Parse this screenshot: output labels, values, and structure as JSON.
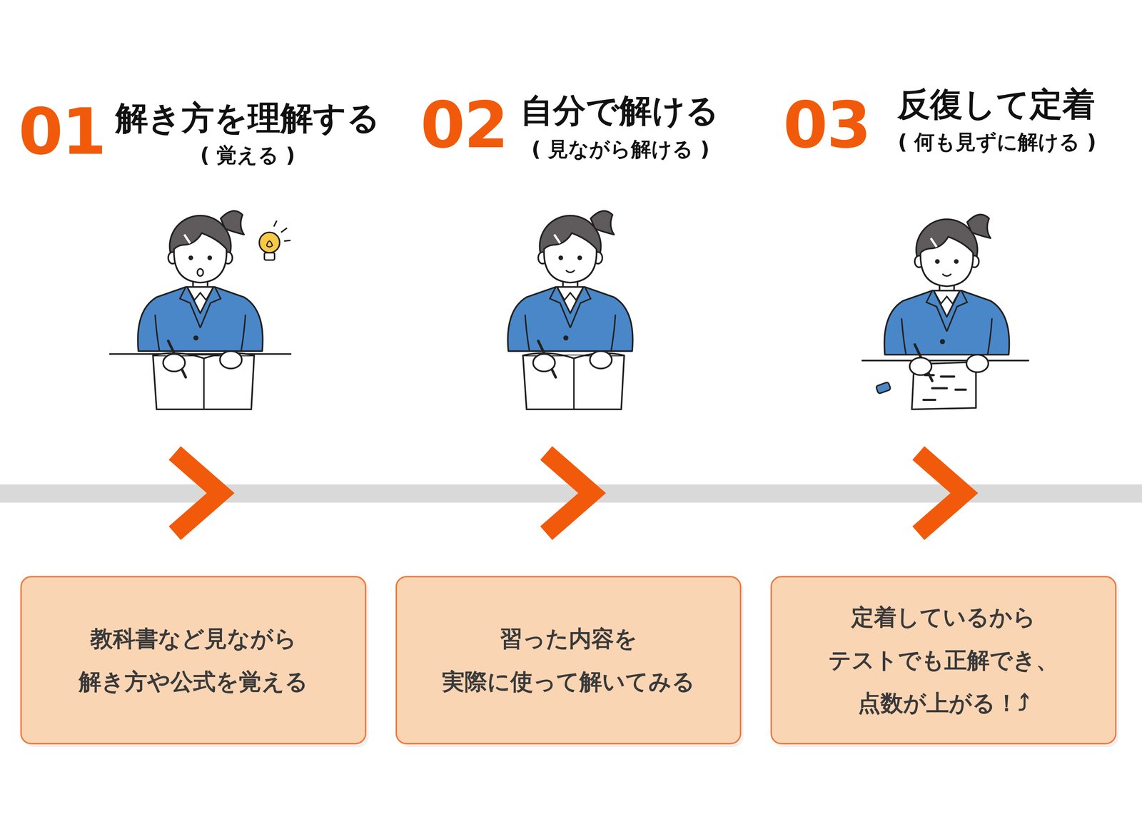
{
  "diagram": {
    "nodes": [
      {
        "text": [
          "教科書など見ながら 解き方や公式を覚える"
        ]
      },
      {
        "text": [
          "習った内容を 実際に使って解いてみる"
        ]
      },
      {
        "text": [
          "定着しているから テストでも正解でき、 点数が上がる！⤴"
        ]
      }
    ],
    "labels": [
      "01",
      "解き方を理解する",
      "( 覚える )",
      "02",
      "自分で解ける",
      "( 見ながら解ける )",
      "03",
      "反復して定着",
      "( 何も見ずに解ける )"
    ]
  }
}
